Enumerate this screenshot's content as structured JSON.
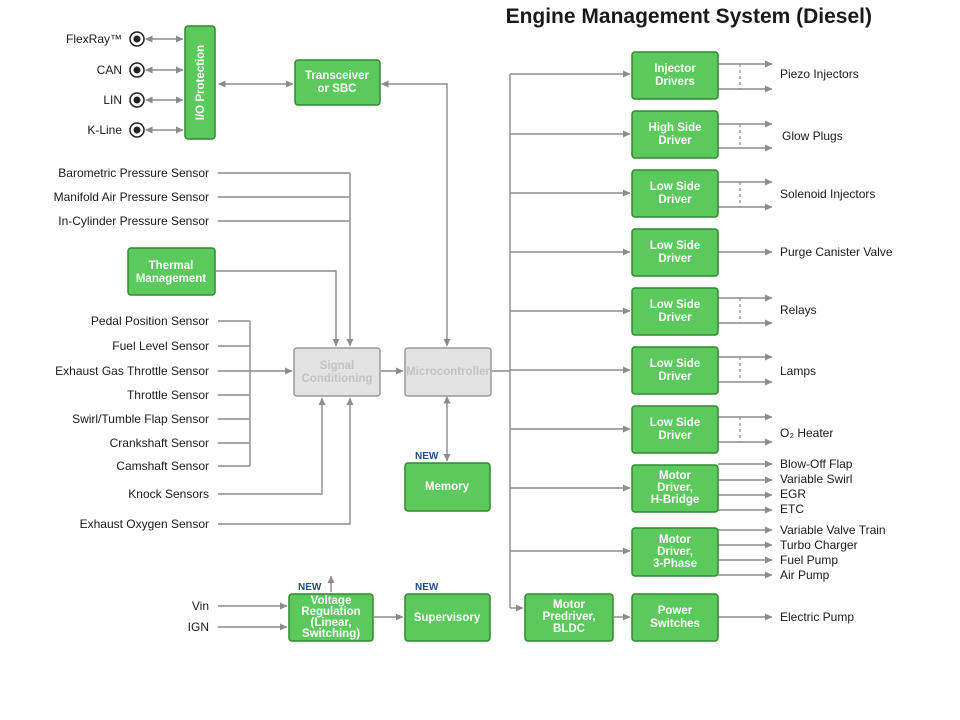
{
  "title": "Engine Management System (Diesel)",
  "bus_ports": [
    "FlexRay™",
    "CAN",
    "LIN",
    "K-Line"
  ],
  "sensors_top": [
    "Barometric Pressure Sensor",
    "Manifold Air Pressure Sensor",
    "In-Cylinder Pressure Sensor"
  ],
  "sensors_mid": [
    "Pedal Position Sensor",
    "Fuel Level Sensor",
    "Exhaust Gas Throttle Sensor",
    "Throttle Sensor",
    "Swirl/Tumble Flap Sensor",
    "Crankshaft Sensor",
    "Camshaft Sensor"
  ],
  "sensors_bottom": [
    "Knock Sensors",
    "Exhaust Oxygen Sensor"
  ],
  "power_inputs": [
    "Vin",
    "IGN"
  ],
  "new_badge": "NEW",
  "blocks": {
    "io_protection": "I/O Protection",
    "transceiver": [
      "Transceiver",
      "or SBC"
    ],
    "thermal": [
      "Thermal",
      "Management"
    ],
    "signal_conditioning": [
      "Signal",
      "Conditioning"
    ],
    "microcontroller": "Microcontroller",
    "memory": "Memory",
    "voltage_regulation": [
      "Voltage",
      "Regulation",
      "(Linear,",
      "Switching)"
    ],
    "supervisory": "Supervisory",
    "motor_predriver": [
      "Motor",
      "Predriver,",
      "BLDC"
    ],
    "power_switches": [
      "Power",
      "Switches"
    ]
  },
  "drivers": [
    {
      "label": [
        "Injector",
        "Drivers"
      ],
      "outputs": [
        "Piezo Injectors"
      ]
    },
    {
      "label": [
        "High Side",
        "Driver"
      ],
      "outputs": [
        "Glow Plugs"
      ]
    },
    {
      "label": [
        "Low Side",
        "Driver"
      ],
      "outputs": [
        "Solenoid Injectors"
      ]
    },
    {
      "label": [
        "Low Side",
        "Driver"
      ],
      "outputs": [
        "Purge Canister Valve"
      ]
    },
    {
      "label": [
        "Low Side",
        "Driver"
      ],
      "outputs": [
        "Relays"
      ]
    },
    {
      "label": [
        "Low Side",
        "Driver"
      ],
      "outputs": [
        "Lamps"
      ]
    },
    {
      "label": [
        "Low Side",
        "Driver"
      ],
      "outputs": [
        "O₂ Heater"
      ]
    },
    {
      "label": [
        "Motor",
        "Driver,",
        "H-Bridge"
      ],
      "outputs": [
        "Blow-Off Flap",
        "Variable Swirl",
        "EGR",
        "ETC"
      ]
    },
    {
      "label": [
        "Motor",
        "Driver,",
        "3-Phase"
      ],
      "outputs": [
        "Variable Valve Train",
        "Turbo Charger",
        "Fuel Pump",
        "Air Pump"
      ]
    }
  ],
  "power_switch_output": "Electric Pump",
  "colors": {
    "block_fill": "#5cc95c",
    "block_border": "#2f8a2f",
    "inactive_fill": "#e3e3e3",
    "line": "#8c8c8c",
    "new_badge": "#1f4f8f"
  }
}
